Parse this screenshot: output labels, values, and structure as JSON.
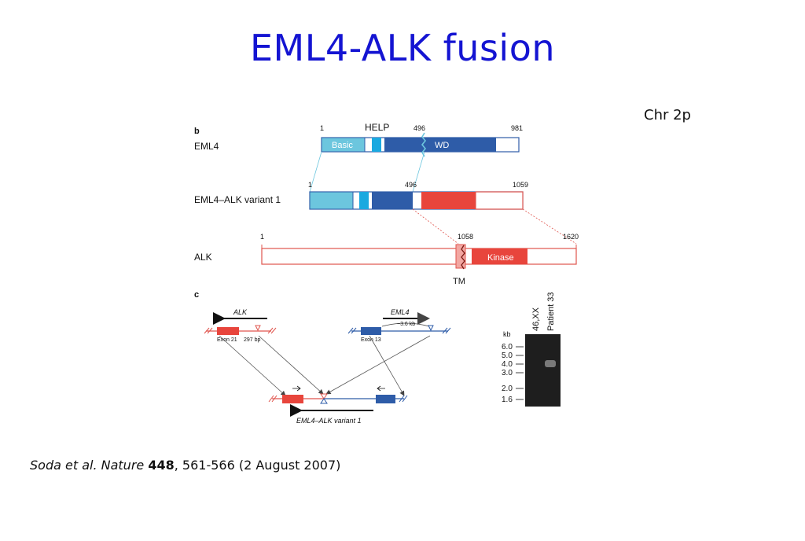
{
  "slide": {
    "title": "EML4-ALK fusion",
    "chromosome_label": "Chr 2p",
    "citation": {
      "authors": "Soda et al.",
      "journal": "Nature",
      "volume": "448",
      "rest": ", 561-566 (2 August 2007)"
    }
  },
  "panel_b": {
    "panel_label": "b",
    "eml4": {
      "name": "EML4",
      "start": "1",
      "help_label": "HELP",
      "break": "496",
      "end": "981",
      "basic_label": "Basic",
      "wd_label": "WD"
    },
    "fusion": {
      "name": "EML4–ALK variant 1",
      "start": "1",
      "break": "496",
      "end": "1059"
    },
    "alk": {
      "name": "ALK",
      "start": "1",
      "break": "1058",
      "end": "1620",
      "kinase_label": "Kinase",
      "tm_label": "TM"
    }
  },
  "panel_c": {
    "panel_label": "c",
    "alk_arrow_label": "ALK",
    "alk_exon_label": "Exon 21",
    "alk_bp_label": "297 bp",
    "eml4_arrow_label": "EML4",
    "eml4_kb_label": "~3.6 kb",
    "eml4_exon_label": "Exon 13",
    "fusion_label": "EML4–ALK variant 1"
  },
  "gel": {
    "kb_label": "kb",
    "lanes": [
      "46,XX",
      "Patient 33"
    ],
    "markers": [
      "6.0",
      "5.0",
      "4.0",
      "3.0",
      "2.0",
      "1.6"
    ]
  },
  "colors": {
    "title": "#1414d2",
    "eml4_dark": "#2e5ca8",
    "eml4_light": "#6cc6de",
    "help_cyan": "#1aa9e0",
    "alk_red": "#e8453c",
    "alk_outline": "#e0554e",
    "gel": "#1e1e1e"
  }
}
